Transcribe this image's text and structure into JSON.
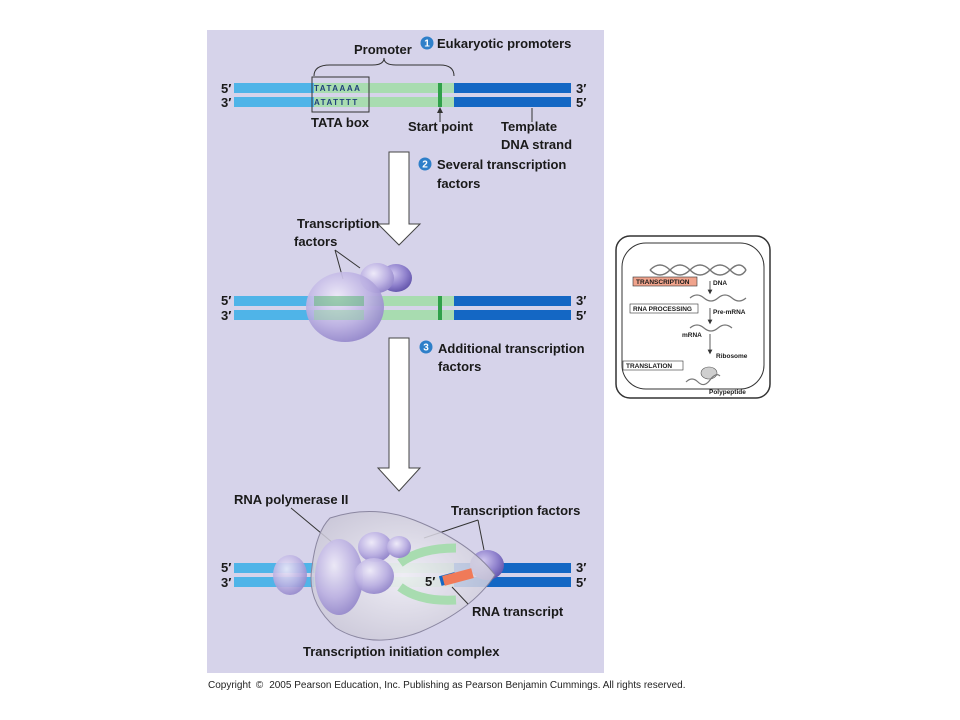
{
  "colors": {
    "panel_bg": "#d6d3ea",
    "strand_light": "#4fb4e8",
    "strand_dark": "#1467c4",
    "promoter_green": "#a8dcb0",
    "tf_purple": "#b9aee0",
    "rna_orange": "#f07a58",
    "step_badge": "#2e7fc9"
  },
  "steps": {
    "step1": {
      "number": "1",
      "label": "Eukaryotic promoters"
    },
    "step2": {
      "number": "2",
      "line1": "Several transcription",
      "line2": "factors"
    },
    "step3": {
      "number": "3",
      "line1": "Additional transcription",
      "line2": "factors"
    }
  },
  "labels": {
    "promoter": "Promoter",
    "tata_top": "TATAAAA",
    "tata_bottom": "ATATTTT",
    "tata_box": "TATA box",
    "start_point": "Start point",
    "template_line1": "Template",
    "template_line2": "DNA strand",
    "tf_line1": "Transcription",
    "tf_line2": "factors",
    "rna_pol": "RNA polymerase II",
    "tf_right": "Transcription factors",
    "rna_transcript": "RNA transcript",
    "complex": "Transcription initiation complex",
    "rna_5prime": "5′"
  },
  "ends": {
    "row1": {
      "left_top": "5′",
      "left_bottom": "3′",
      "right_top": "3′",
      "right_bottom": "5′"
    },
    "row2": {
      "left_top": "5′",
      "left_bottom": "3′",
      "right_top": "3′",
      "right_bottom": "5′"
    },
    "row3": {
      "left_top": "5′",
      "left_bottom": "3′",
      "right_top": "3′",
      "right_bottom": "5′"
    }
  },
  "inset": {
    "dna": "DNA",
    "transcription": "TRANSCRIPTION",
    "pre_mrna": "Pre-mRNA",
    "rna_processing": "RNA PROCESSING",
    "mrna": "mRNA",
    "ribosome": "Ribosome",
    "translation": "TRANSLATION",
    "polypeptide": "Polypeptide"
  },
  "copyright": {
    "prefix": "Copyright",
    "symbol": "©",
    "text": "2005 Pearson Education, Inc. Publishing as Pearson Benjamin Cummings. All rights reserved."
  }
}
